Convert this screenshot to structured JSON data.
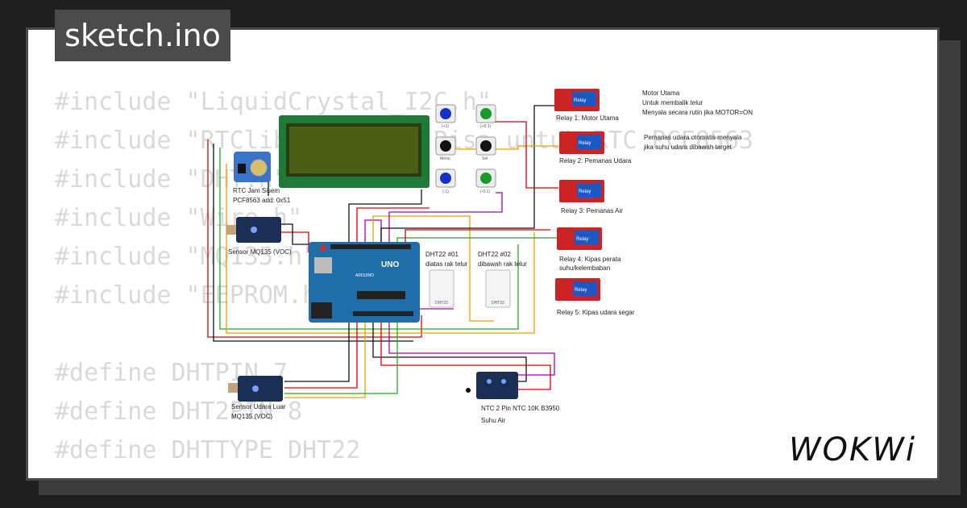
{
  "tab_title": "sketch.ino",
  "code_lines": [
    "#include \"LiquidCrystal_I2C.h\"",
    "#include \"RTClib.h\"    // Bisa untuk RTC PCF8563",
    "#include \"DHT.h\"",
    "#include \"Wire.h\"",
    "#include \"MQ135.h\"",
    "#include \"EEPROM.h\"",
    "",
    "#define DHTPIN 7",
    "#define DHT2PIN 8",
    "#define DHTTYPE DHT22"
  ],
  "brand": "WOKWi",
  "buttons": {
    "plus1": "(+1)",
    "plus01": "(+0.1)",
    "menu": "Menu",
    "set": "Set",
    "minus1": "(-1)",
    "minus01": "(-0.1)"
  },
  "rtc": {
    "line1": "RTC Jam Sisem",
    "line2": "PCF8563 add: 0x51"
  },
  "sensor_voc": "Sensor MQ135 (VOC)",
  "sensor_outdoor": {
    "line1": "Sensor Udara Luar",
    "line2": "MQ135 (VOC)"
  },
  "arduino": {
    "brand": "UNO",
    "sub": "ARDUINO"
  },
  "dht1": {
    "line1": "DHT22 #01",
    "line2": "diatas rak telur",
    "chip": "DHT22"
  },
  "dht2": {
    "line1": "DHT22 #02",
    "line2": "dibawah rak telur",
    "chip": "DHT22"
  },
  "ntc": {
    "line1": "NTC 2 Pin NTC 10K B3950",
    "line2": "Suhu Air"
  },
  "relay_text": "Relay",
  "relays": [
    "Relay 1: Motor Utama",
    "Relay 2: Pemanas Udara",
    "Relay 3: Pemanas Air",
    "Relay 4: Kipas perata",
    "Relay 5: Kipas udara segar"
  ],
  "relay4_line2": "suhu/kelembaban",
  "notes": {
    "motor": [
      "Motor Utama",
      "Untuk membalik telur",
      "Menyala secara rutin jika MOTOR=ON"
    ],
    "heater": [
      "Pemanas udara otomatis menyala",
      "jika suhu udara dibawah target"
    ]
  },
  "colors": {
    "lcd_frame": "#1f7a35",
    "lcd_screen": "#4a5e14",
    "arduino": "#1f6eaa",
    "relay": "#cc2424",
    "sensor_board": "#1a2f54",
    "rtc_board": "#3b73c9"
  }
}
